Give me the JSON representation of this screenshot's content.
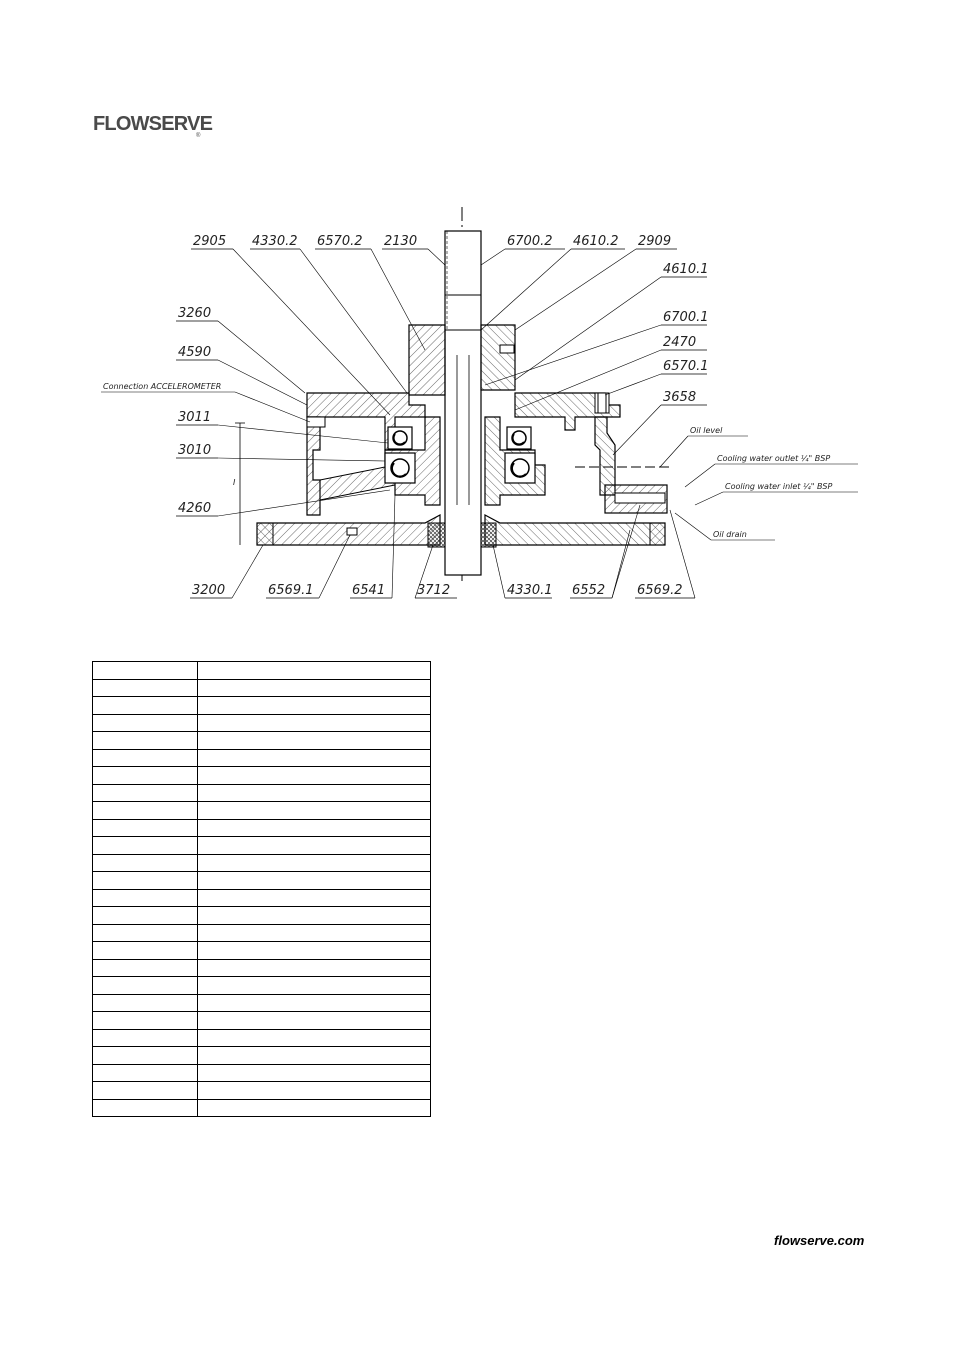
{
  "header": {
    "logo_text": "FLOWSERVE",
    "logo_mark": "®"
  },
  "drawing": {
    "top_labels": [
      "2905",
      "4330.2",
      "6570.2",
      "2130",
      "6700.2",
      "4610.2",
      "2909"
    ],
    "left_labels": [
      "3260",
      "4590",
      "3011",
      "3010",
      "4260"
    ],
    "right_labels": [
      "4610.1",
      "6700.1",
      "2470",
      "6570.1",
      "3658"
    ],
    "bottom_labels": [
      "3200",
      "6569.1",
      "6541",
      "3712",
      "4330.1",
      "6552",
      "6569.2"
    ],
    "notes": {
      "accelerometer": "Connection ACCELEROMETER",
      "oil_level": "Oil level",
      "cooling_outlet": "Cooling water outlet ¼\" BSP",
      "cooling_inlet": "Cooling water inlet ¼\" BSP",
      "oil_drain": "Oil drain",
      "dim_marker": "I"
    }
  },
  "parts_table": {
    "rows": [
      [
        "",
        ""
      ],
      [
        "",
        ""
      ],
      [
        "",
        ""
      ],
      [
        "",
        ""
      ],
      [
        "",
        ""
      ],
      [
        "",
        ""
      ],
      [
        "",
        ""
      ],
      [
        "",
        ""
      ],
      [
        "",
        ""
      ],
      [
        "",
        ""
      ],
      [
        "",
        ""
      ],
      [
        "",
        ""
      ],
      [
        "",
        ""
      ],
      [
        "",
        ""
      ],
      [
        "",
        ""
      ],
      [
        "",
        ""
      ],
      [
        "",
        ""
      ],
      [
        "",
        ""
      ],
      [
        "",
        ""
      ],
      [
        "",
        ""
      ],
      [
        "",
        ""
      ],
      [
        "",
        ""
      ],
      [
        "",
        ""
      ],
      [
        "",
        ""
      ],
      [
        "",
        ""
      ],
      [
        "",
        ""
      ]
    ]
  },
  "footer": {
    "site": "flowserve.com"
  }
}
